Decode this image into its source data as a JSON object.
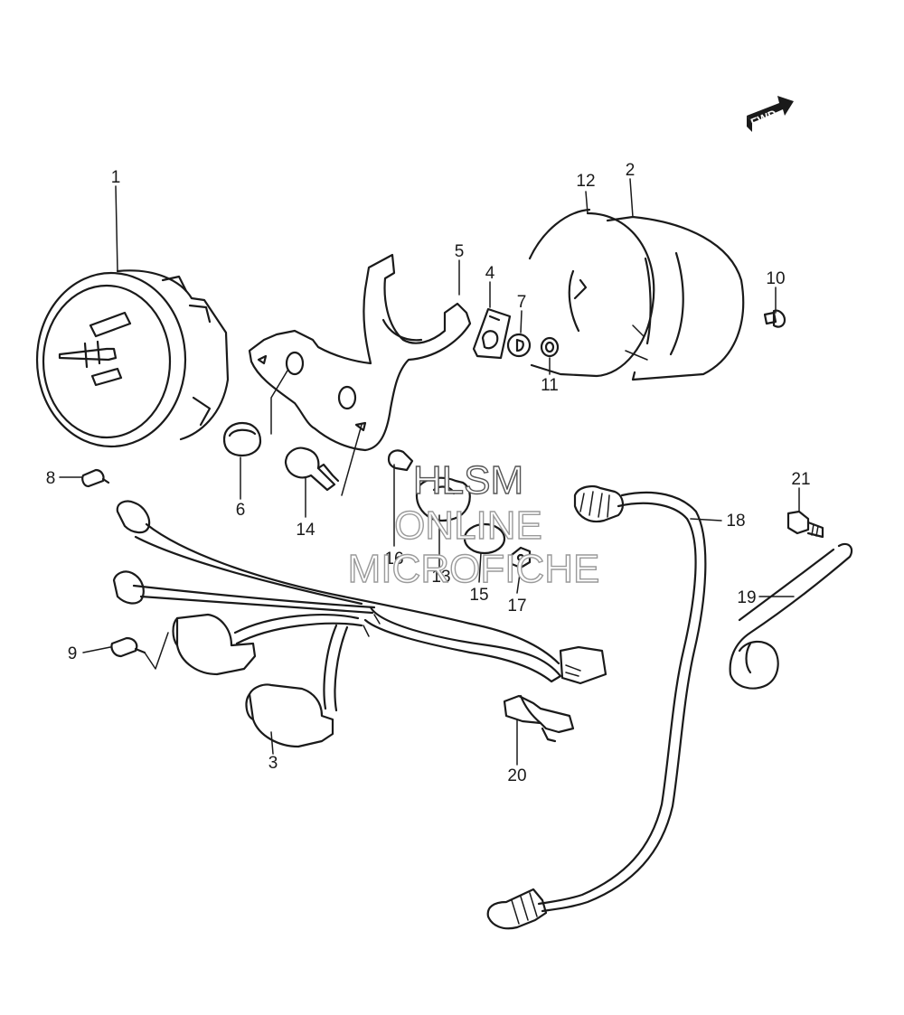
{
  "fwd_label": "FWD",
  "watermark": {
    "line1": "HLSM",
    "line2": "ONLINE",
    "line3": "MICROFICHE"
  },
  "parts": [
    {
      "num": "1"
    },
    {
      "num": "2"
    },
    {
      "num": "3"
    },
    {
      "num": "4"
    },
    {
      "num": "5"
    },
    {
      "num": "6"
    },
    {
      "num": "7"
    },
    {
      "num": "8"
    },
    {
      "num": "9"
    },
    {
      "num": "10"
    },
    {
      "num": "11"
    },
    {
      "num": "12"
    },
    {
      "num": "13"
    },
    {
      "num": "14"
    },
    {
      "num": "15"
    },
    {
      "num": "16"
    },
    {
      "num": "17"
    },
    {
      "num": "18"
    },
    {
      "num": "19"
    },
    {
      "num": "20"
    },
    {
      "num": "21"
    }
  ]
}
